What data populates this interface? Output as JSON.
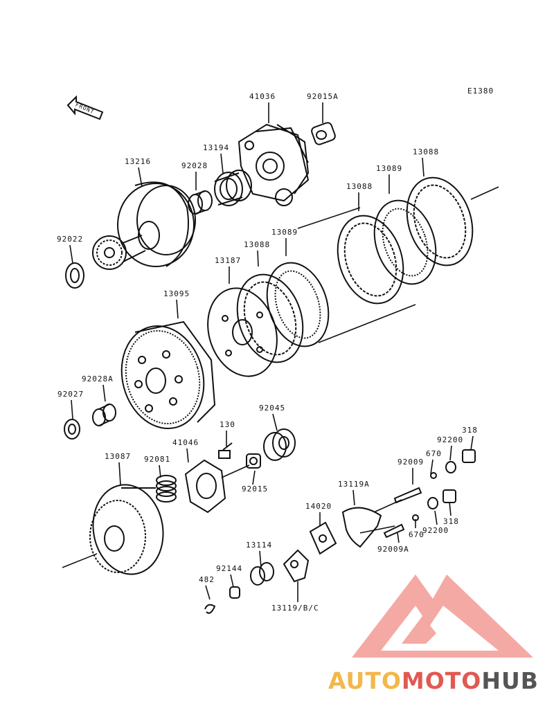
{
  "diagram": {
    "code": "E1380",
    "front_label": "FRONT",
    "parts": [
      "41036",
      "92015A",
      "13194",
      "13216",
      "92028",
      "13088",
      "13089",
      "13088",
      "13089",
      "13088",
      "13187",
      "92022",
      "13095",
      "92028A",
      "92027",
      "92045",
      "130",
      "41046",
      "92081",
      "13087",
      "92015",
      "318",
      "92200",
      "670",
      "92009",
      "13119A",
      "14020",
      "92009A",
      "670",
      "92200",
      "318",
      "13114",
      "92144",
      "482",
      "13119/B/C"
    ]
  },
  "watermark": {
    "text_auto": "AUTO",
    "text_moto": "MOTO",
    "text_hub": "HUB",
    "colors": {
      "primary": "#e05a52",
      "accent": "#f2b84b",
      "dark": "#555555"
    }
  }
}
